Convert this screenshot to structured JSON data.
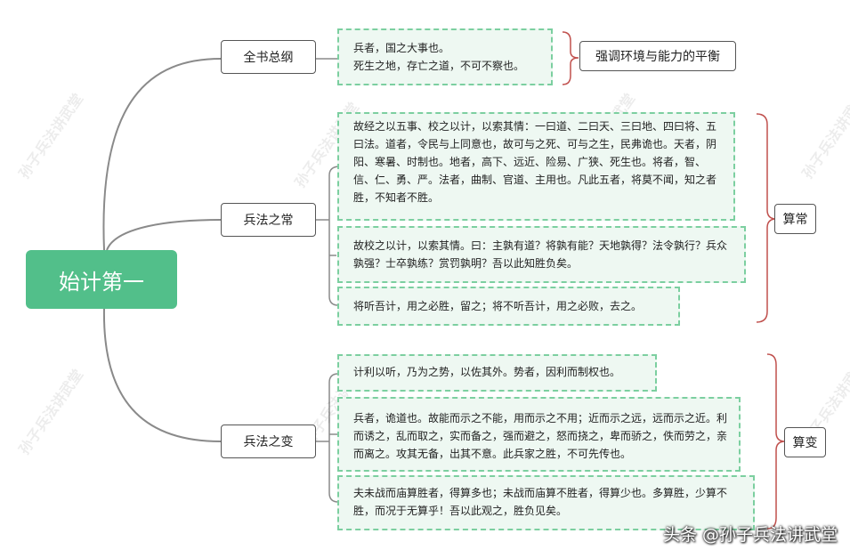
{
  "root": {
    "title": "始计第一"
  },
  "branches": [
    {
      "label": "全书总纲",
      "notes": [
        "兵者，国之大事也。\n死生之地，存亡之道，不可不察也。"
      ],
      "summary": "强调环境与能力的平衡"
    },
    {
      "label": "兵法之常",
      "notes": [
        "故经之以五事、校之以计，以索其情：一曰道、二曰天、三曰地、四曰将、五曰法。道者，令民与上同意也，故可与之死、可与之生，民弗诡也。天者，阴阳、寒暑、时制也。地者，高下、远近、险易、广狭、死生也。将者，智、信、仁、勇、严。法者，曲制、官道、主用也。凡此五者，将莫不闻，知之者胜，不知者不胜。",
        "故校之以计，以索其情。曰：主孰有道？将孰有能？天地孰得？法令孰行？兵众孰强？士卒孰练？赏罚孰明？吾以此知胜负矣。",
        "将听吾计，用之必胜，留之；将不听吾计，用之必败，去之。"
      ],
      "summary": "算常"
    },
    {
      "label": "兵法之变",
      "notes": [
        "计利以听，乃为之势，以佐其外。势者，因利而制权也。",
        "兵者，诡道也。故能而示之不能，用而示之不用；近而示之远，远而示之近。利而诱之，乱而取之，实而备之，强而避之，怒而挠之，卑而骄之，佚而劳之，亲而离之。攻其无备，出其不意。此兵家之胜，不可先传也。",
        "夫未战而庙算胜者，得算多也；未战而庙算不胜者，得算少也。多算胜，少算不胜，而况于无算乎！吾以此观之，胜负见矣。"
      ],
      "summary": "算变"
    }
  ],
  "watermark": "孙子兵法讲武堂",
  "credit": "头条 @孙子兵法讲武堂",
  "colors": {
    "root": "#52bf8a",
    "note_border": "#7ccfa0",
    "note_bg": "#eef8f2",
    "brace": "#c0504d",
    "line": "#888888"
  }
}
